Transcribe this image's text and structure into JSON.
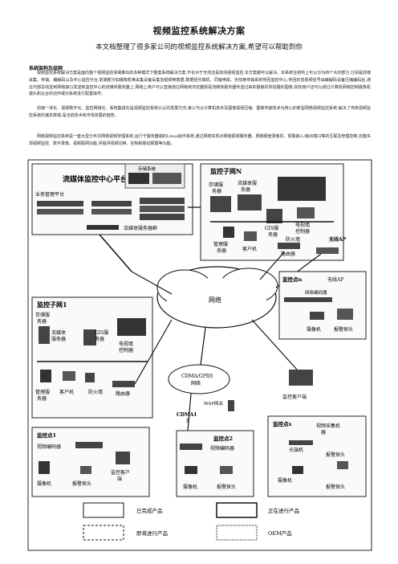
{
  "document": {
    "title": "视频监控系统解决方案",
    "subtitle": "本文档整理了很多家公司的视频监控系统解决方案,希望可以帮助到你",
    "section_heading": "系统架构及组网",
    "paragraphs": [
      "视频监控系统解决方案是面向整个视频监控领域推出的多种模式下整套系统解决方案,不论对于无线还是有线视频监控,本方案都可以解决。本系统在结构上可以分为四个大的部分,分别是前端采集、传输、编解码以及中心监控平台,前端部分如摄像机等采集设备采集音视频等数据,数据经光端机、同轴电缆、无线等传输系统传回监控中心,传回的音视频信号由编解码设备压缩编码后,通过内部总线送到网络接口发送到监控中心的流媒体服务器上,网络上用户可以直接通过网络用浏览器观看流媒体服务器传送过来的摄像机所拍摄的图像,授权用户还可以通过计算机网络控制摄像机镜头和云台的动作或对系统进行配置操作。",
      "前端一体化、视频数字化、监控网络化、系统集成化是视频监控系统公认的发展方向,第三代以计算机技术及图像视频压缩、图像传输技术为核心的新型网络视频监控系统,解决了传统视频监控系统的诸多弊端,是当前技术和市场发展的趋势。",
      "网络视频监控系统是一套大型分布式网络视频管理系统,运行于服务器端的Linux操作系统,通过网络实现对网络视频服务器、网络硬盘录像机、报警输入/输出端口等的互联及管理控制,完整实现视频监控、数字录像、视频联网功能,并提供视频切换、控制和联动报警等功能。"
    ]
  },
  "diagram": {
    "center_platform": "流媒体监控中心平台",
    "storage_system": "存储系统",
    "business_platform": "业务管理平台",
    "streaming_cluster": "流媒体服务器群",
    "subnet_n": "监控子网N",
    "subnet_n_storage": [
      "存储服",
      "务器"
    ],
    "subnet_n_stream": [
      "流媒体服",
      "务器"
    ],
    "subnet_n_gis": [
      "GIS服",
      "务器"
    ],
    "subnet_n_tvwall": [
      "电视墙",
      "控制器"
    ],
    "firewall": "防火墙",
    "mgmt_server": [
      "管理服",
      "务器"
    ],
    "client": "客户机",
    "router": "路由器",
    "wireless_ap": "无线AP",
    "network": "网络",
    "point_n": "监控点n",
    "net_encoder": "网络编码器",
    "camera": "摄像机",
    "alarm_probe": "报警探头",
    "subnet_1": "监控子网1",
    "subnet_1_storage": [
      "存储服",
      "务器"
    ],
    "subnet_1_stream": [
      "流媒体",
      "服务器"
    ],
    "subnet_1_gis": [
      "GIS服",
      "务器"
    ],
    "subnet_1_tvwall": [
      "电视墙",
      "控制器"
    ],
    "cdma_gprs": [
      "CDMA/GPRS",
      "网络"
    ],
    "wap_gateway": "WAP网关",
    "monitor_client": "监控客户端",
    "cdma_x": [
      "CDMA1",
      "X"
    ],
    "point_1": "监控点1",
    "encoder_short": "视频编码器",
    "monitor_client_point": [
      "监控客户",
      "端"
    ],
    "point_2": "监控点2",
    "point_x": "监控点x",
    "integrated_camera": [
      "视频采集机",
      "器"
    ],
    "optical_transceiver": "光端机",
    "legend": {
      "completed": "已完成产品",
      "in_progress": "正在进行产品",
      "upcoming": "即将进行产品",
      "oem": "OEM产品"
    }
  }
}
